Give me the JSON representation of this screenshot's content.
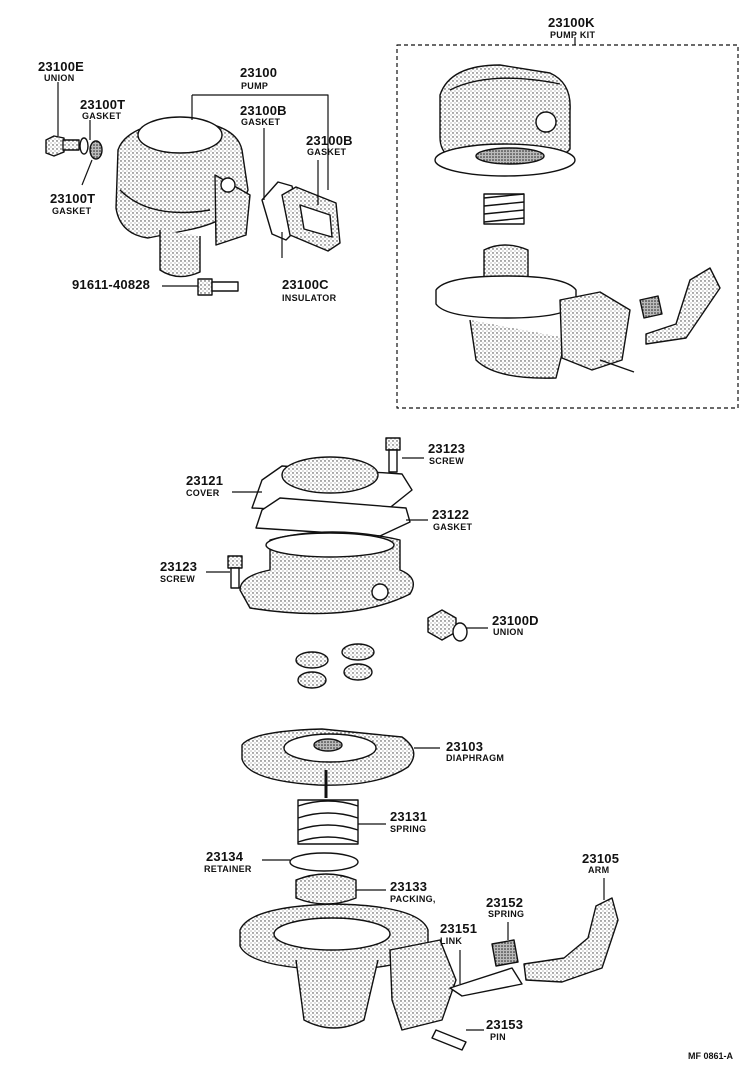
{
  "parts": {
    "p23100E": {
      "number": "23100E",
      "name": "UNION"
    },
    "p23100T_a": {
      "number": "23100T",
      "name": "GASKET"
    },
    "p23100T_b": {
      "number": "23100T",
      "name": "GASKET"
    },
    "p23100": {
      "number": "23100",
      "name": "PUMP"
    },
    "p23100B_a": {
      "number": "23100B",
      "name": "GASKET"
    },
    "p23100B_b": {
      "number": "23100B",
      "name": "GASKET"
    },
    "p23100C": {
      "number": "23100C",
      "name": "INSULATOR"
    },
    "p91611": {
      "number": "91611-40828"
    },
    "p23100K": {
      "number": "23100K",
      "name": "PUMP KIT"
    },
    "p23123_a": {
      "number": "23123",
      "name": "SCREW"
    },
    "p23121": {
      "number": "23121",
      "name": "COVER"
    },
    "p23122": {
      "number": "23122",
      "name": "GASKET"
    },
    "p23123_b": {
      "number": "23123",
      "name": "SCREW"
    },
    "p23100D": {
      "number": "23100D",
      "name": "UNION"
    },
    "p23103": {
      "number": "23103",
      "name": "DIAPHRAGM"
    },
    "p23131": {
      "number": "23131",
      "name": "SPRING"
    },
    "p23134": {
      "number": "23134",
      "name": "RETAINER"
    },
    "p23133": {
      "number": "23133",
      "name": "PACKING,"
    },
    "p23105": {
      "number": "23105",
      "name": "ARM"
    },
    "p23152": {
      "number": "23152",
      "name": "SPRING"
    },
    "p23151": {
      "number": "23151",
      "name": "LINK"
    },
    "p23153": {
      "number": "23153",
      "name": "PIN"
    }
  },
  "reference": "MF 0861-A"
}
